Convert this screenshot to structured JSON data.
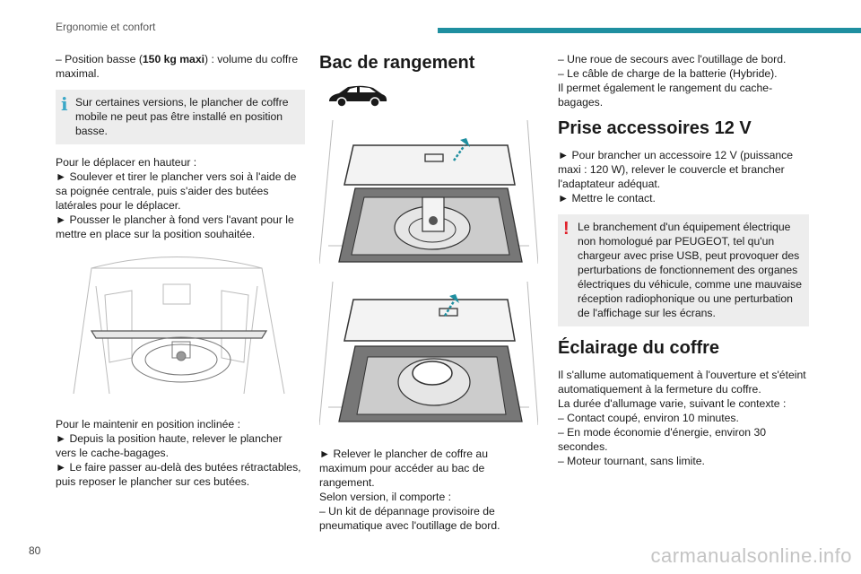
{
  "header": {
    "section_title": "Ergonomie et confort"
  },
  "page_number": "80",
  "watermark": "carmanualsonline.info",
  "col1": {
    "position_basse_prefix": "– Position basse (",
    "position_basse_bold": "150 kg maxi",
    "position_basse_suffix": ") : volume du coffre maximal.",
    "note_info": "Sur certaines versions, le plancher de coffre mobile ne peut pas être installé en position basse.",
    "move_up_lines": [
      "Pour le déplacer en hauteur :",
      "► Soulever et tirer le plancher vers soi à l'aide de sa poignée centrale, puis s'aider des butées latérales pour le déplacer.",
      "► Pousser le plancher à fond vers l'avant pour le mettre en place sur la position souhaitée."
    ],
    "incline_lines": [
      "Pour le maintenir en position inclinée :",
      "► Depuis la position haute, relever le plancher vers le cache-bagages.",
      "► Le faire passer au-delà des butées rétractables, puis reposer le plancher sur ces butées."
    ]
  },
  "col2": {
    "title": "Bac de rangement",
    "text_lines": [
      "► Relever le plancher de coffre au maximum pour accéder au bac de rangement.",
      "Selon version, il comporte :",
      "– Un kit de dépannage provisoire de pneumatique avec l'outillage de bord."
    ]
  },
  "col3": {
    "intro_lines": [
      "– Une roue de secours avec l'outillage de bord.",
      "– Le câble de charge de la batterie (Hybride).",
      "Il permet également le rangement du cache-bagages."
    ],
    "prise_title": "Prise accessoires 12 V",
    "prise_lines": [
      "► Pour brancher un accessoire 12 V (puissance maxi : 120 W), relever le couvercle et brancher l'adaptateur adéquat.",
      "► Mettre le contact."
    ],
    "note_warn": "Le branchement d'un équipement électrique non homologué par PEUGEOT, tel qu'un chargeur avec prise USB, peut provoquer des perturbations de fonctionnement des organes électriques du véhicule, comme une mauvaise réception radiophonique ou une perturbation de l'affichage sur les écrans.",
    "eclairage_title": "Éclairage du coffre",
    "eclairage_lines": [
      "Il s'allume automatiquement à l'ouverture et s'éteint automatiquement à la fermeture du coffre.",
      "La durée d'allumage varie, suivant le contexte :",
      "– Contact coupé, environ 10 minutes.",
      "– En mode économie d'énergie, environ 30 secondes.",
      "– Moteur tournant, sans limite."
    ]
  },
  "icons": {
    "info": "i",
    "warning": "!"
  }
}
